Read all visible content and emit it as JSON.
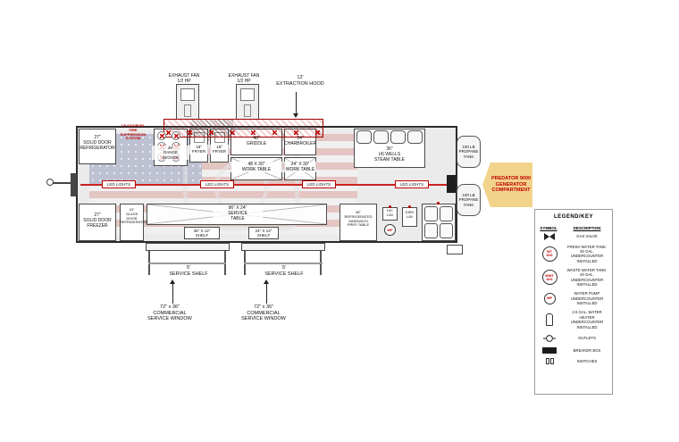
{
  "colors": {
    "accent_red": "#c00000",
    "generator_fill": "#f2d38b",
    "trailer_fill": "#ebebeb"
  },
  "hood": {
    "fan_left_label": "EXHAUST FAN\n1/2 HP",
    "fan_right_label": "EXHAUST FAN\n1/2 HP",
    "extraction_label": "12'\nEXTRACTION HOOD"
  },
  "equipment": {
    "fire_suppression": "LP GAS/FUEL\nFIRE\nSUPPRESSION\nSYSTEM",
    "fridge": "27\"\nSOLID DOOR\nREFRIGERATOR",
    "range": "36\"\nRANGE\nW/OVEN",
    "fryer_left": "18\"\nFRYER",
    "fryer_right": "18\"\nFRYER",
    "griddle": "48\"\nGRIDDLE",
    "charbroiler": "24\"\nCHARBROILER",
    "work_table_large": "48 X 30\"\nWORK TABLE",
    "work_table_small": "24\" X 30\"\nWORK TABLE",
    "steam_table": "36\"\n(4) WELLS\nSTEAM TABLE",
    "led_lights": "LED LIGHTS",
    "freezer": "27\"\nSOLID DOOR\nFREEZER",
    "glass_door_refrigerator": "24\"\nGLASS\nDOOR\nREFRIGERATOR",
    "service_table": "96\" X 24\"\nSERVICE\nTABLE",
    "shelf_36": "36\" X 12\"\nSHELF",
    "shelf_24": "24\" X 12\"\nSHELF",
    "prep_table": "48\"\nREFRIGERATED\nSANDWICH\nPREP TABLE",
    "hand_lav": "H/C\nLAV",
    "water_pump_tag": "WP",
    "dish_lav": "DISH\nLAV"
  },
  "exterior": {
    "service_shelf_left": "5'\nSERVICE SHELF",
    "service_shelf_right": "5'\nSERVICE SHELF",
    "service_window_left": "72\" x 36\"\nCOMMERCIAL\nSERVICE WINDOW",
    "service_window_right": "72\" x 36\"\nCOMMERCIAL\nSERVICE WINDOW",
    "propane_top": "100 LB\nPROPANE\nTANK",
    "propane_bottom": "100 LB\nPROPANE\nTANK",
    "generator": "PREDATOR 9000\nGENERATOR\nCOMPARTMENT"
  },
  "legend": {
    "title": "LEGEND/KEY",
    "columns": [
      "SYMBOL",
      "DESCRIPTION"
    ],
    "rows": [
      {
        "symbol": "gas-valve",
        "symbol_text": "",
        "description": "GAS VALVE"
      },
      {
        "symbol": "fresh-water-tank",
        "symbol_text": "WT\n30G",
        "description": "FRESH WATER TANK:\n30 GAL.\nUNDERCOUNTER\nINSTALLED"
      },
      {
        "symbol": "waste-water-tank",
        "symbol_text": "WWT\n40G",
        "description": "WASTE WATER TANK:\n40 GAL.\nUNDERCOUNTER\nINSTALLED"
      },
      {
        "symbol": "water-pump",
        "symbol_text": "WP",
        "description": "WATER PUMP\nUNDERCOUNTER\nINSTALLED"
      },
      {
        "symbol": "water-heater",
        "symbol_text": "",
        "description": "2.5 GAL. WATER\nHEATER\nUNDERCOUNTER\nINSTALLED"
      },
      {
        "symbol": "outlet",
        "symbol_text": "",
        "description": "OUTLETS"
      },
      {
        "symbol": "breaker-box",
        "symbol_text": "",
        "description": "BREAKER BOX"
      },
      {
        "symbol": "switch",
        "symbol_text": "",
        "description": "SWITCHES"
      }
    ]
  }
}
